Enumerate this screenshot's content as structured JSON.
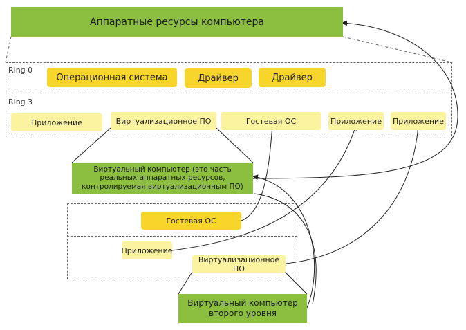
{
  "hardware": {
    "label": "Аппаратные ресурсы компьютера"
  },
  "rings": {
    "ring0": "Ring 0",
    "ring3": "Ring 3"
  },
  "ring0_items": {
    "os": "Операционная система",
    "driver1": "Драйвер",
    "driver2": "Драйвер"
  },
  "ring3_items": {
    "app1": "Приложение",
    "virt_sw": "Виртуализационное ПО",
    "guest_os": "Гостевая ОС",
    "app2": "Приложение",
    "app3": "Приложение"
  },
  "vm1": {
    "label": "Виртуальный компьютер (это часть реальных аппаратных ресурсов, контролируемая виртуализационным ПО)"
  },
  "nested": {
    "guest_os": "Гостевая ОС",
    "app": "Приложение",
    "virt_sw": "Виртуализационное ПО"
  },
  "vm2": {
    "label": "Виртуальный компьютер второго уровня"
  }
}
